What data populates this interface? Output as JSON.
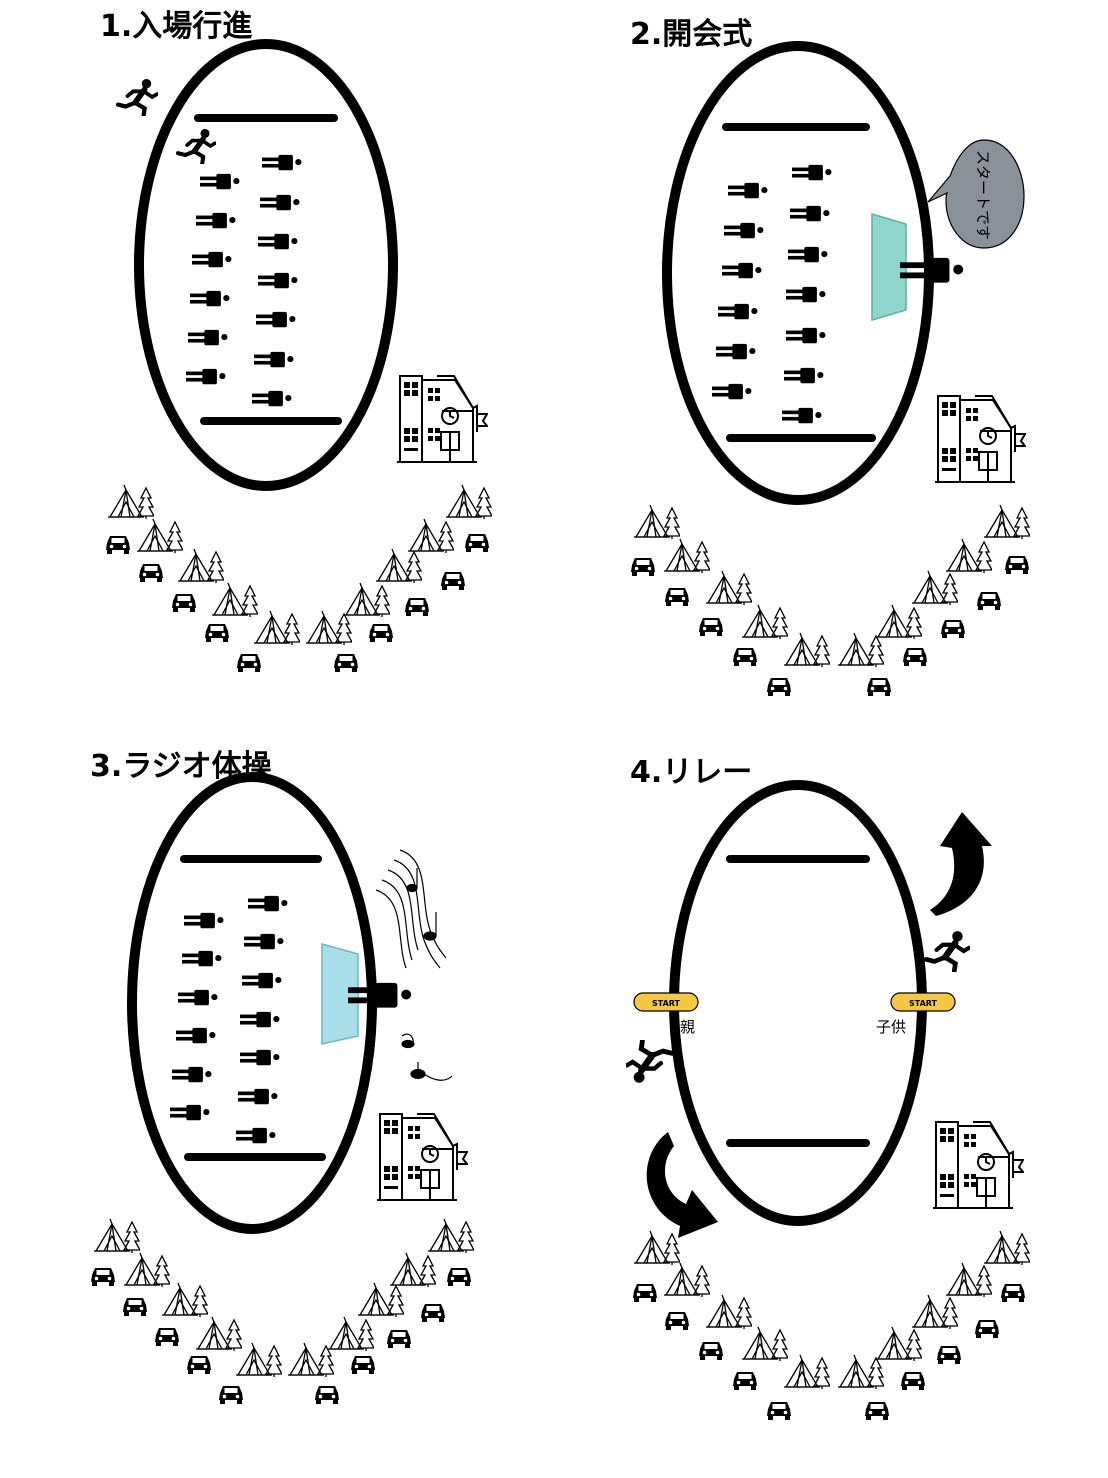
{
  "panels": [
    {
      "id": 1,
      "title": "1.入場行進"
    },
    {
      "id": 2,
      "title": "2.開会式",
      "speech_bubble": "スタートです"
    },
    {
      "id": 3,
      "title": "3.ラジオ体操"
    },
    {
      "id": 4,
      "title": "4.リレー",
      "start_badge_left": "START",
      "start_badge_right": "START",
      "label_left": "親",
      "label_right": "子供"
    }
  ],
  "colors": {
    "ink": "#000000",
    "podium": "#8fd6cc",
    "podium_alt": "#a9dde8",
    "bubble": "#8a9199",
    "start_badge": "#f5c842"
  }
}
